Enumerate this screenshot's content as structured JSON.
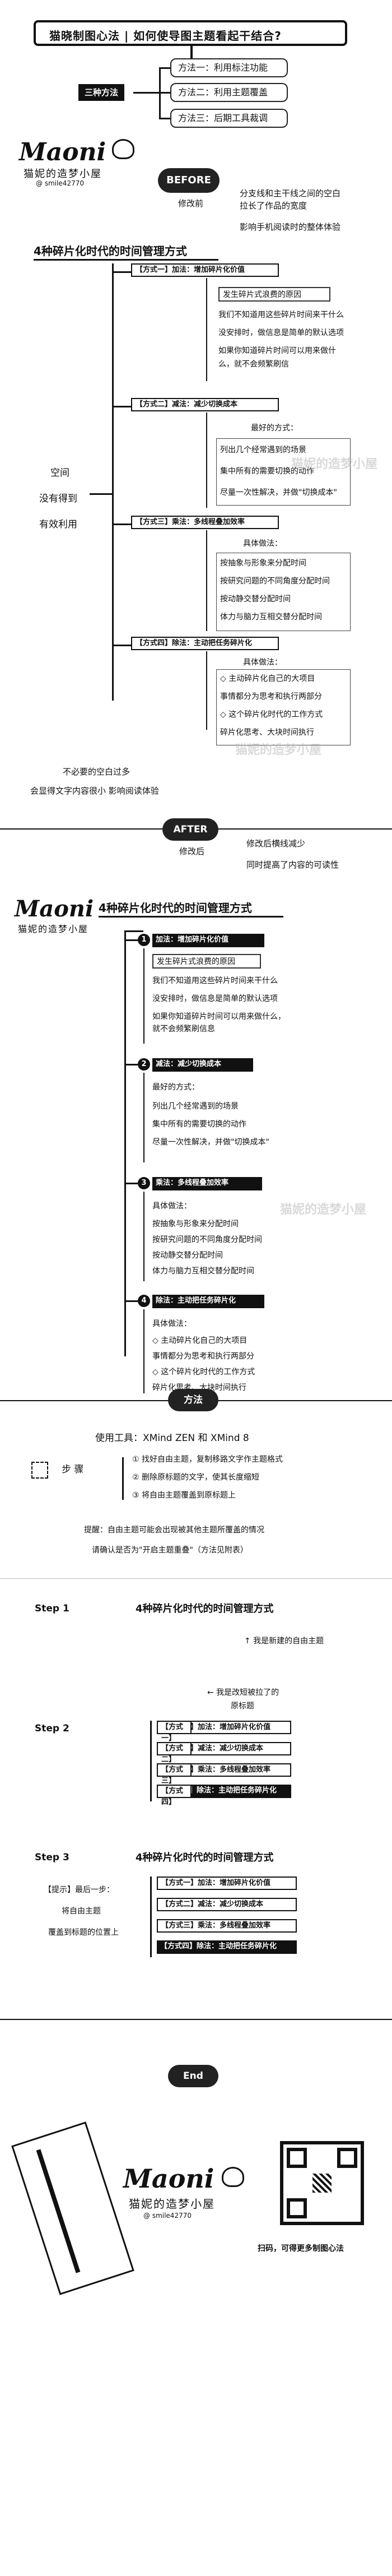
{
  "header": {
    "title": "猫晓制图心法 | 如何使导图主题看起干结合?",
    "method_label": "三种方法",
    "options": [
      "方法一：利用标注功能",
      "方法二：利用主题覆盖",
      "方法三：后期工具裁调"
    ]
  },
  "brand": {
    "name": "Maoni",
    "subtitle": "猫妮的造梦小屋",
    "handle": "@ smile42770",
    "watermark": "猫妮的造梦小屋"
  },
  "before": {
    "badge": "BEFORE",
    "caption": "修改前",
    "notes": [
      "分支线和主干线之间的空白",
      "拉长了作品的宽度",
      "影响手机阅读时的整体体验"
    ],
    "map_title": "4种碎片化时代的时间管理方式",
    "left_labels": [
      "空间",
      "没有得到",
      "有效利用"
    ],
    "bottom_notes": [
      "不必要的空白过多",
      "会显得文字内容很小 影响阅读体验"
    ],
    "branches": [
      {
        "head": "【方式一】加法：增加碎片化价值",
        "sub": "发生碎片式浪费的原因",
        "items": [
          "我们不知道用这些碎片时间来干什么",
          "没安排时，做信息是简单的默认选项",
          "如果你知道碎片时间可以用来做什么，就不会频繁刷信"
        ]
      },
      {
        "head": "【方式二】减法：减少切换成本",
        "sub": "最好的方式：",
        "items": [
          "列出几个经常遇到的场景",
          "集中所有的需要切换的动作",
          "尽量一次性解决，并做\"切换成本\""
        ]
      },
      {
        "head": "【方式三】乘法：多线程叠加效率",
        "sub": "具体做法：",
        "items": [
          "按抽象与形象来分配时间",
          "按研究问题的不同角度分配时间",
          "按动静交替分配时间",
          "体力与脑力互相交替分配时间"
        ]
      },
      {
        "head": "【方式四】除法：主动把任务碎片化",
        "sub": "具体做法：",
        "items": [
          "◇ 主动碎片化自己的大项目",
          "事情都分为思考和执行两部分",
          "◇ 这个碎片化时代的工作方式",
          "碎片化思考、大块时间执行"
        ]
      }
    ]
  },
  "after": {
    "badge": "AFTER",
    "caption": "修改后",
    "notes": [
      "修改后横线减少",
      "同时提高了内容的可读性"
    ],
    "map_title": "4种碎片化时代的时间管理方式",
    "branches": [
      {
        "num": "1",
        "head": "加法：增加碎片化价值",
        "sub": "发生碎片式浪费的原因",
        "items": [
          "我们不知道用这些碎片时间来干什么",
          "没安排时，做信息是简单的默认选项",
          "如果你知道碎片时间可以用来做什么，",
          "就不会频繁刷信息"
        ]
      },
      {
        "num": "2",
        "head": "减法：减少切换成本",
        "sub": "最好的方式：",
        "items": [
          "列出几个经常遇到的场景",
          "集中所有的需要切换的动作",
          "尽量一次性解决，并做\"切换成本\""
        ]
      },
      {
        "num": "3",
        "head": "乘法：多线程叠加效率",
        "sub": "具体做法：",
        "items": [
          "按抽象与形象来分配时间",
          "按研究问题的不同角度分配时间",
          "按动静交替分配时间",
          "体力与脑力互相交替分配时间"
        ]
      },
      {
        "num": "4",
        "head": "除法：主动把任务碎片化",
        "sub": "具体做法：",
        "items": [
          "◇ 主动碎片化自己的大项目",
          "事情都分为思考和执行两部分",
          "◇ 这个碎片化时代的工作方式",
          "碎片化思考、大块时间执行"
        ]
      }
    ]
  },
  "method": {
    "badge": "方法",
    "tools": "使用工具：XMind ZEN 和 XMind 8",
    "steps_label": "步 骤",
    "steps": [
      "① 找好自由主题，复制移路文字作主题格式",
      "② 删除原标题的文字，使其长度缩短",
      "③ 将自由主题覆盖到原标题上"
    ],
    "tip1": "提醒：自由主题可能会出现被其他主题所覆盖的情况",
    "tip2": "请确认是否为\"开启主题重叠\"（方法见附表）"
  },
  "steps_demo": {
    "step1_label": "Step 1",
    "step1_title": "4种碎片化时代的时间管理方式",
    "step1_note": "↑ 我是新建的自由主题",
    "step2_label": "Step 2",
    "step2_note": "← 我是改短被拉了的",
    "step2_note2": "原标题",
    "step2_rows": [
      "【方式一】",
      "【方式二】",
      "【方式三】",
      "【方式四】"
    ],
    "step2_rows_full": [
      "【方式一】加法：增加碎片化价值",
      "【方式二】减法：减少切换成本",
      "【方式三】乘法：多线程叠加效率",
      "【方式四】除法：主动把任务碎片化"
    ],
    "step3_label": "Step 3",
    "step3_title": "4种碎片化时代的时间管理方式",
    "step3_tip": [
      "【提示】最后一步：",
      "将自由主题",
      "覆盖到标题的位置上"
    ],
    "step3_rows": [
      "【方式一】加法：增加碎片化价值",
      "【方式二】减法：减少切换成本",
      "【方式三】乘法：多线程叠加效率",
      "【方式四】除法：主动把任务碎片化"
    ]
  },
  "footer": {
    "end_badge": "End",
    "qr_caption": "扫码，可得更多制图心法"
  }
}
